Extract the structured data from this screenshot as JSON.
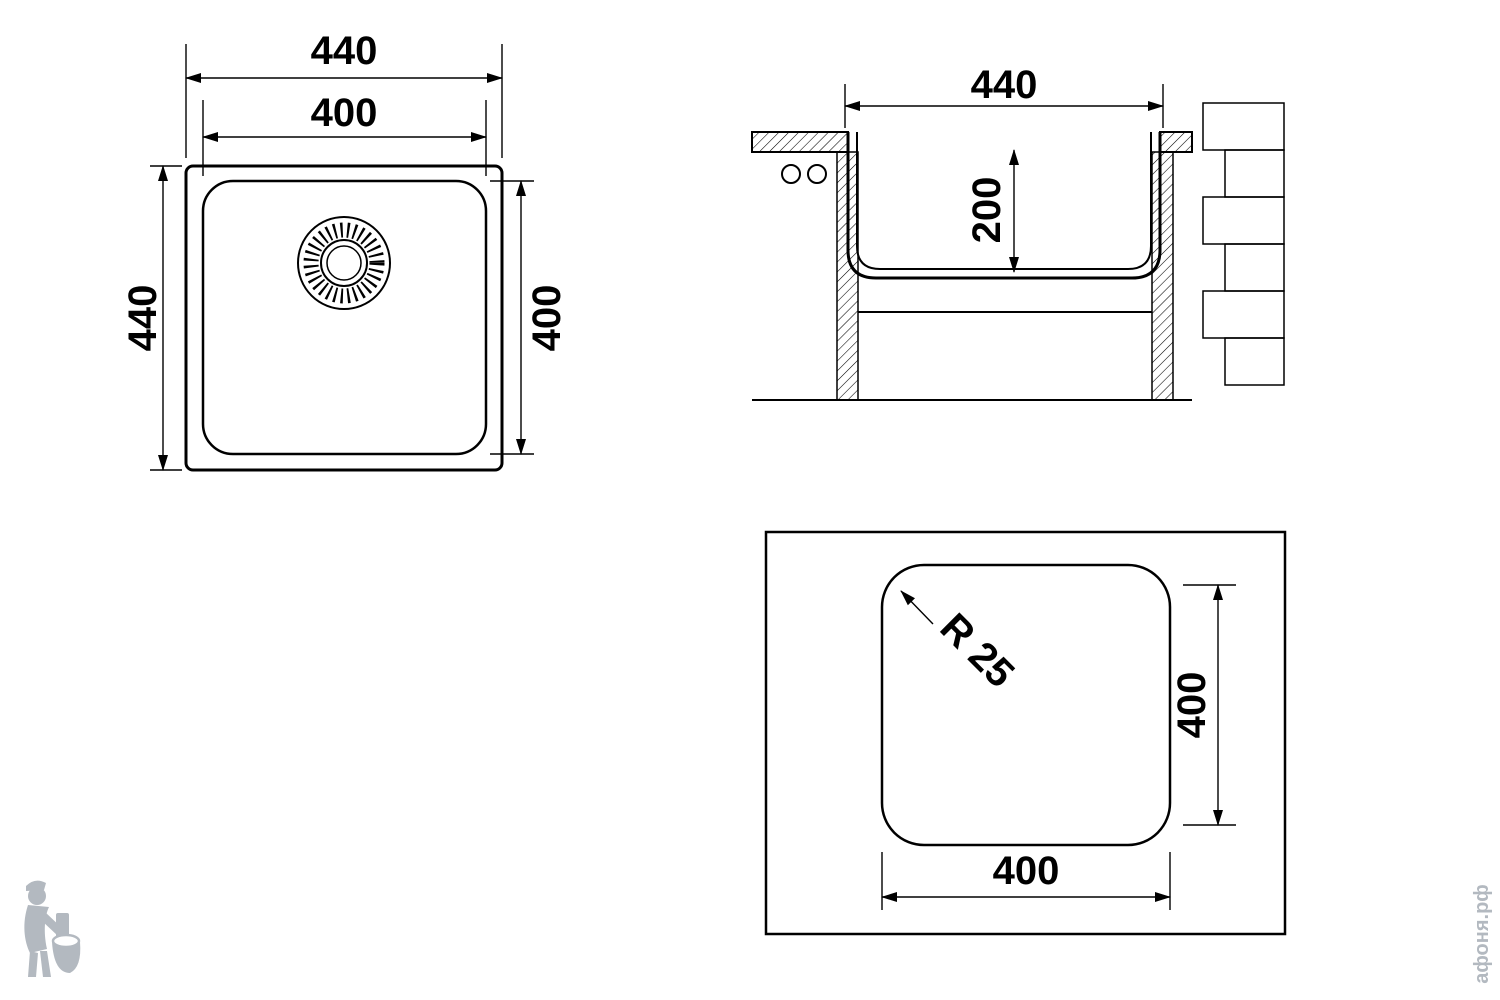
{
  "meta": {
    "title": "Sink technical dimension drawing"
  },
  "colors": {
    "line": "#000000",
    "watermark": "#b3b9c0",
    "background": "#ffffff"
  },
  "plan_view": {
    "outer_width": "440",
    "inner_width": "400",
    "outer_height": "440",
    "inner_height": "400"
  },
  "section_view": {
    "width": "440",
    "depth": "200"
  },
  "cutout_view": {
    "corner_radius": "R 25",
    "height": "400",
    "width": "400"
  },
  "watermark": {
    "site": "афоня.рф"
  }
}
